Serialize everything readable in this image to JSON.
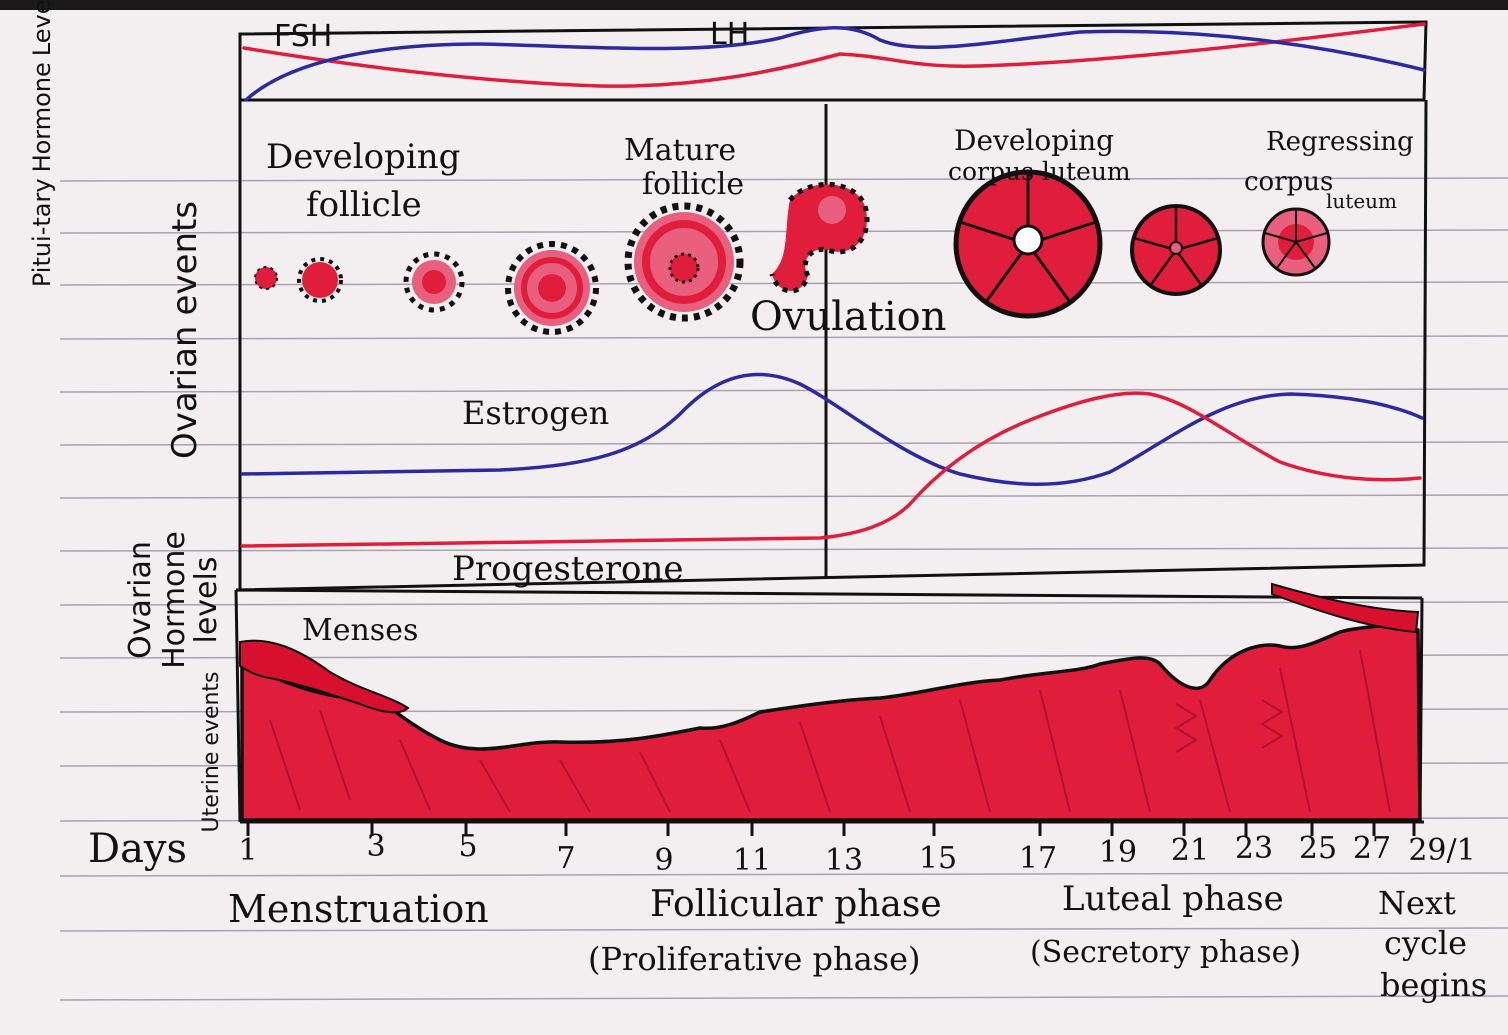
{
  "panels": {
    "pituitary": {
      "side_label_lines": [
        "Pitui-",
        "tary",
        "Hormo",
        "ne",
        "Level"
      ],
      "fsh_label": "FSH",
      "lh_label": "LH"
    },
    "ovarian_events": {
      "side_label_lines": [
        "Ovarian",
        "events"
      ],
      "labels": {
        "developing_follicle": [
          "Developing",
          "follicle"
        ],
        "mature_follicle": [
          "Mature",
          "follicle"
        ],
        "ovulation": "Ovulation",
        "developing_corpus_luteum": [
          "Developing",
          "corpus luteum"
        ],
        "regressing_corpus_luteum": [
          "Regressing",
          "corpus",
          "luteum"
        ]
      }
    },
    "ovarian_hormones": {
      "side_label_lines": [
        "Ovarian",
        "Hormone",
        "levels"
      ],
      "estrogen_label": "Estrogen",
      "progesterone_label": "Progesterone"
    },
    "uterine": {
      "side_label_lines": [
        "Uterine",
        "events"
      ],
      "menses_label": "Menses"
    }
  },
  "days": {
    "label": "Days",
    "ticks": [
      "1",
      "3",
      "5",
      "7",
      "9",
      "11",
      "13",
      "15",
      "17",
      "19",
      "21",
      "23",
      "25",
      "27",
      "29/1"
    ]
  },
  "phases": {
    "menstruation": "Menstruation",
    "follicular": "Follicular phase",
    "follicular_sub": "(Proliferative phase)",
    "luteal": "Luteal phase",
    "luteal_sub": "(Secretory phase)",
    "next": [
      "Next",
      "cycle",
      "begins"
    ]
  },
  "colors": {
    "paper": "#f3eff1",
    "rule": "#8e8a98",
    "ink": "#111111",
    "blue": "#2c2aa0",
    "red": "#e01e3c",
    "pink": "#e8607e"
  }
}
